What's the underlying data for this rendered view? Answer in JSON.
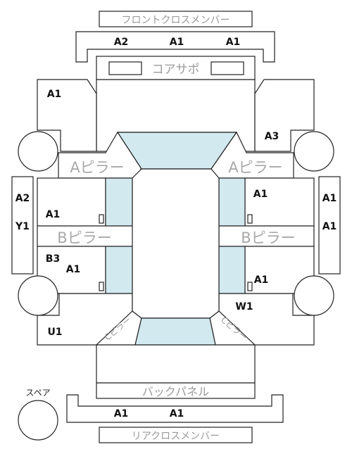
{
  "labels": {
    "front_cross_member": "フロントクロスメンバー",
    "core_support": "コアサポ",
    "a_pillar": "Aピラー",
    "b_pillar": "Bピラー",
    "c_pillar": "Cピラー",
    "back_panel": "バックパネル",
    "rear_cross_member": "リアクロスメンバー",
    "spare": "スペア"
  },
  "codes": {
    "front_cross_left": "A2",
    "front_cross_center": "A1",
    "front_cross_right": "A1",
    "front_left_fender": "A1",
    "front_right_fender": "A3",
    "left_rocker_top": "A2",
    "left_rocker_bottom": "Y1",
    "right_rocker_top": "A1",
    "right_rocker_bottom": "A1",
    "front_left_door": "A1",
    "front_right_door": "A1",
    "rear_left_door_outer": "B3",
    "rear_left_door": "A1",
    "rear_right_door": "A1",
    "right_rear_quarter": "W1",
    "left_rear_quarter": "U1",
    "rear_cross_left": "A1",
    "rear_cross_right": "A1"
  }
}
